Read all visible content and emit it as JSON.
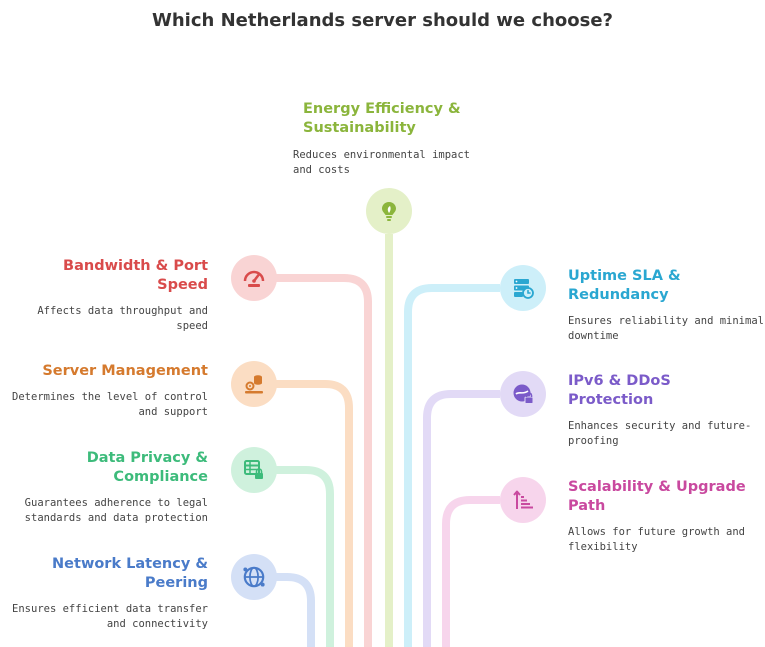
{
  "title": "Which Netherlands server should we choose?",
  "colors": {
    "energy": "#8BB53C",
    "bandwidth": "#D94B4B",
    "management": "#D57A2E",
    "privacy": "#3DBB7B",
    "latency": "#4A7BC9",
    "uptime": "#2AA7D1",
    "ipv6": "#7B5BC9",
    "scalability": "#C9499F"
  },
  "items": {
    "energy": {
      "title_line1": "Energy Efficiency &",
      "title_line2": "Sustainability",
      "desc_line1": "Reduces environmental impact",
      "desc_line2": "and costs",
      "icon": "lightbulb-leaf-icon"
    },
    "bandwidth": {
      "title_line1": "Bandwidth & Port",
      "title_line2": "Speed",
      "desc_line1": "Affects data throughput and",
      "desc_line2": "speed",
      "icon": "speedometer-icon"
    },
    "management": {
      "title_line1": "Server Management",
      "desc_line1": "Determines the level of control",
      "desc_line2": "and support",
      "icon": "server-management-icon"
    },
    "privacy": {
      "title_line1": "Data Privacy &",
      "title_line2": "Compliance",
      "desc_line1": "Guarantees adherence to legal",
      "desc_line2": "standards and data protection",
      "icon": "table-lock-icon"
    },
    "latency": {
      "title_line1": "Network Latency &",
      "title_line2": "Peering",
      "desc_line1": "Ensures efficient data transfer",
      "desc_line2": "and connectivity",
      "icon": "globe-network-icon"
    },
    "uptime": {
      "title_line1": "Uptime SLA &",
      "title_line2": "Redundancy",
      "desc_line1": "Ensures reliability and minimal",
      "desc_line2": "downtime",
      "icon": "server-clock-icon"
    },
    "ipv6": {
      "title_line1": "IPv6 & DDoS",
      "title_line2": "Protection",
      "desc_line1": "Enhances security and future-",
      "desc_line2": "proofing",
      "icon": "shield-lock-icon"
    },
    "scalability": {
      "title_line1": "Scalability & Upgrade",
      "title_line2": "Path",
      "desc_line1": "Allows for future growth and",
      "desc_line2": "flexibility",
      "icon": "upgrade-steps-icon"
    }
  }
}
